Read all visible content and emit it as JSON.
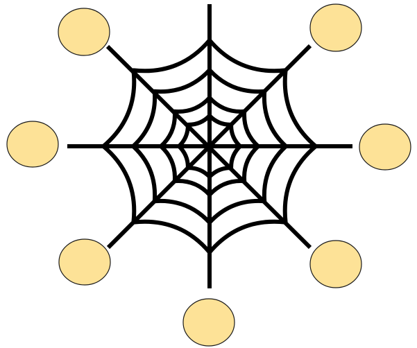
{
  "diagram": {
    "web": {
      "stroke": "#000000",
      "spoke_count": 8,
      "ring_count": 4
    },
    "nodes": {
      "fill": "#fde297",
      "stroke": "#1a1a1a",
      "items": [
        {
          "id": "top-left"
        },
        {
          "id": "top-right"
        },
        {
          "id": "left"
        },
        {
          "id": "right"
        },
        {
          "id": "bottom-left"
        },
        {
          "id": "bottom-right"
        },
        {
          "id": "bottom"
        }
      ]
    }
  }
}
